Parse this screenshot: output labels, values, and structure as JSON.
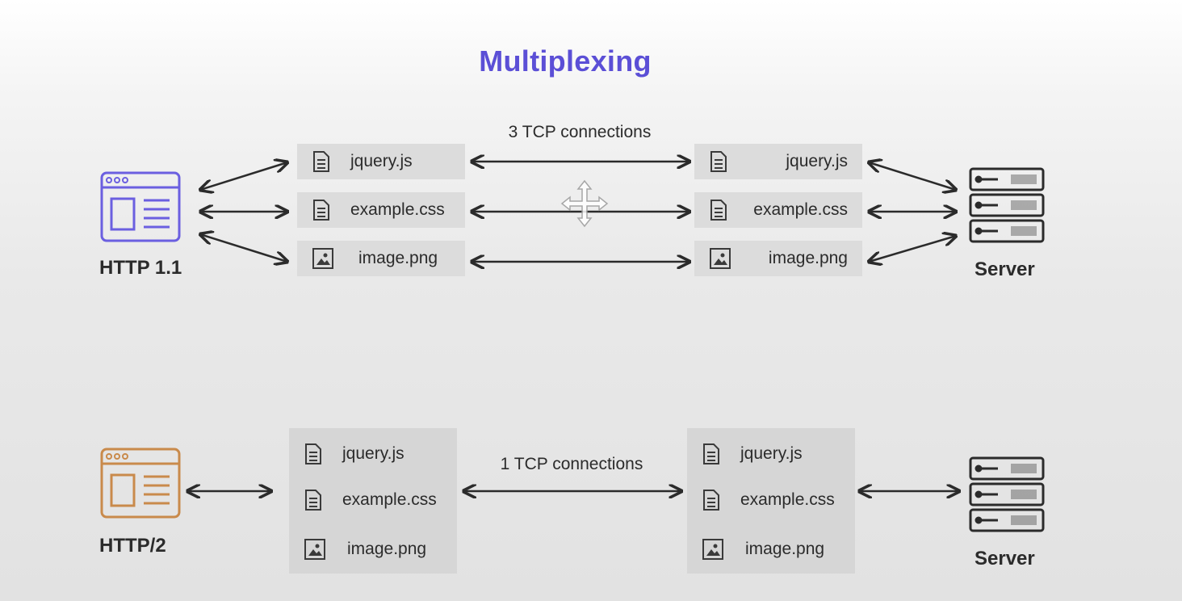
{
  "title": "Multiplexing",
  "http11": {
    "client_label": "HTTP 1.1",
    "connection_label": "3 TCP connections",
    "server_label": "Server",
    "client_color": "#6b5fe0",
    "files": [
      {
        "name": "jquery.js",
        "icon": "document-icon"
      },
      {
        "name": "example.css",
        "icon": "document-icon"
      },
      {
        "name": "image.png",
        "icon": "image-icon"
      }
    ]
  },
  "http2": {
    "client_label": "HTTP/2",
    "connection_label": "1 TCP connections",
    "server_label": "Server",
    "client_color": "#c98a4b",
    "files": [
      {
        "name": "jquery.js",
        "icon": "document-icon"
      },
      {
        "name": "example.css",
        "icon": "document-icon"
      },
      {
        "name": "image.png",
        "icon": "image-icon"
      }
    ]
  }
}
